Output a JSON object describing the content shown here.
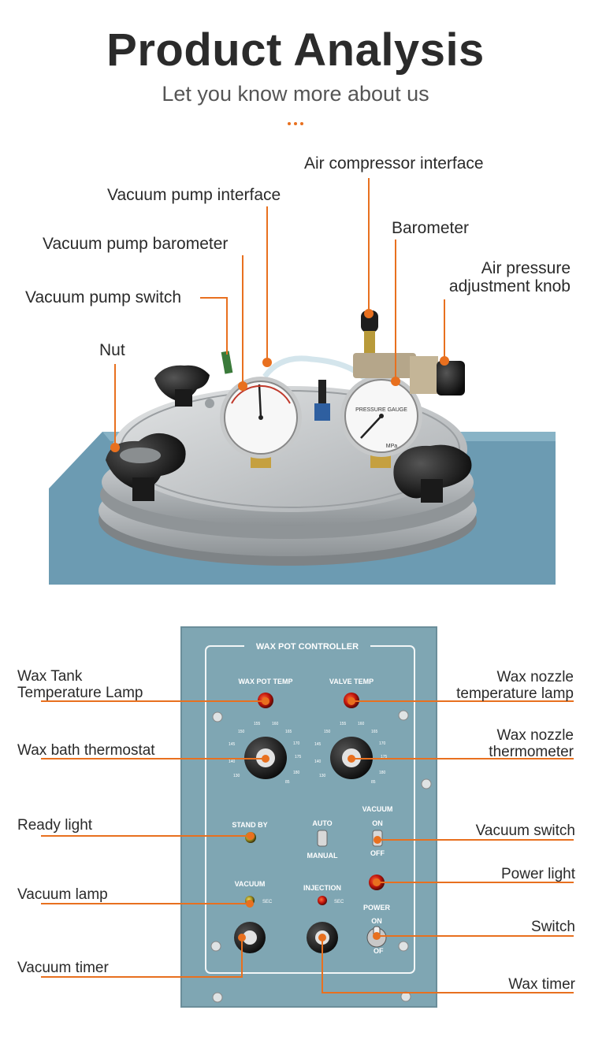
{
  "header": {
    "title": "Product Analysis",
    "subtitle": "Let you know more about us"
  },
  "colors": {
    "accent": "#e8701f",
    "panel": "#7fa6b3",
    "metal": "#c9cdd0"
  },
  "top_labels": {
    "air_compressor_interface": "Air compressor interface",
    "vacuum_pump_interface": "Vacuum pump interface",
    "barometer": "Barometer",
    "vacuum_pump_barometer": "Vacuum pump barometer",
    "air_pressure_knob_line1": "Air pressure",
    "air_pressure_knob_line2": "adjustment knob",
    "vacuum_pump_switch": "Vacuum pump switch",
    "nut": "Nut"
  },
  "bottom_labels": {
    "wax_tank_lamp_line1": "Wax Tank",
    "wax_tank_lamp_line2": "Temperature Lamp",
    "wax_nozzle_lamp_line1": "Wax nozzle",
    "wax_nozzle_lamp_line2": "temperature lamp",
    "wax_bath_thermostat": "Wax bath thermostat",
    "wax_nozzle_thermo_line1": "Wax nozzle",
    "wax_nozzle_thermo_line2": "thermometer",
    "ready_light": "Ready light",
    "vacuum_switch": "Vacuum switch",
    "power_light": "Power light",
    "vacuum_lamp": "Vacuum lamp",
    "switch": "Switch",
    "vacuum_timer": "Vacuum timer",
    "wax_timer": "Wax timer"
  },
  "panel": {
    "title": "WAX POT CONTROLLER",
    "wax_pot_temp": "WAX POT TEMP",
    "valve_temp": "VALVE TEMP",
    "stand_by": "STAND BY",
    "auto": "AUTO",
    "manual": "MANUAL",
    "vacuum": "VACUUM",
    "on": "ON",
    "off": "OFF",
    "vacuum_timer_label": "VACUUM",
    "injection": "INJECTION",
    "power": "POWER",
    "sec": "SEC"
  },
  "gauges": {
    "pressure_gauge_text": "PRESSURE GAUGE",
    "pressure_unit": "MPa"
  }
}
